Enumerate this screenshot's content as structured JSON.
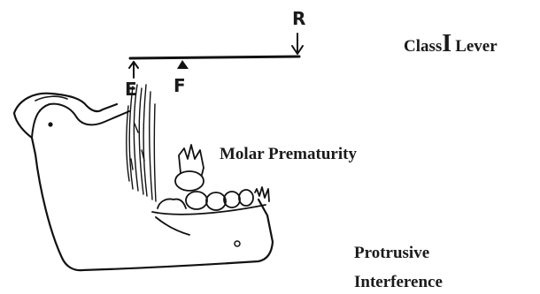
{
  "lever": {
    "resistance_letter": "R",
    "effort_letter": "E",
    "fulcrum_letter": "F",
    "title_prefix": "Class",
    "title_numeral": "I",
    "title_suffix": "Lever"
  },
  "labels": {
    "molar": "Molar Prematurity",
    "protrusive_line1": "Protrusive",
    "protrusive_line2": "Interference"
  }
}
